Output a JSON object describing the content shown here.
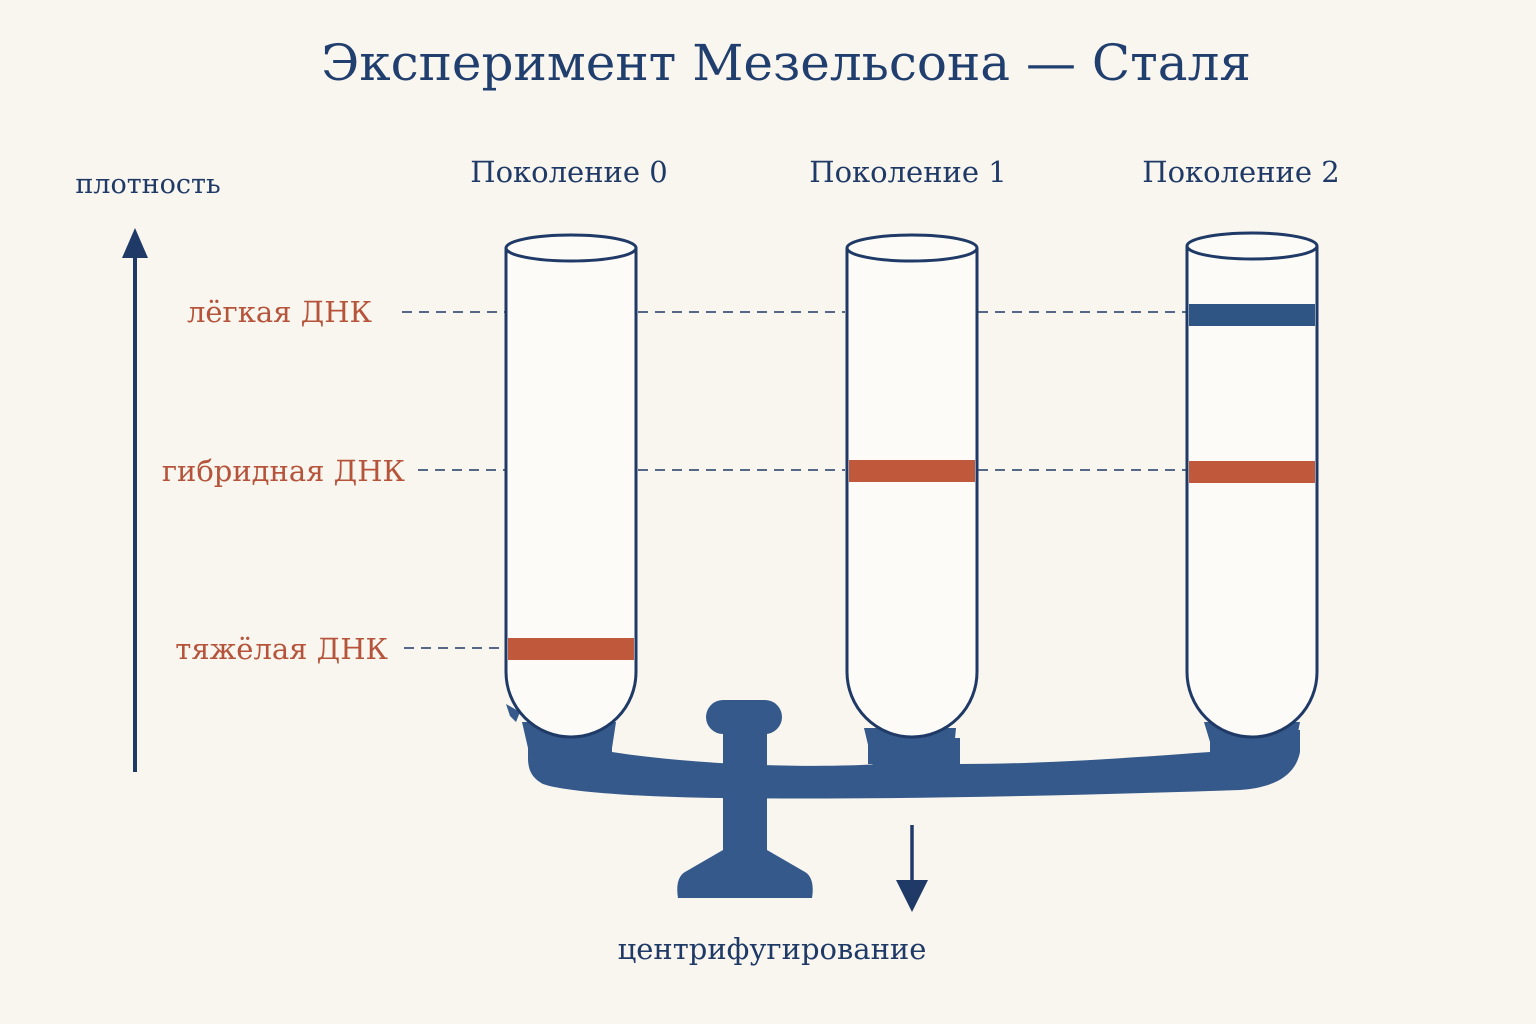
{
  "title": "Эксперимент Мезельсона — Сталя",
  "axis_label": "плотность",
  "generations": [
    "Поколение 0",
    "Поколение 1",
    "Поколение 2"
  ],
  "levels": {
    "light": "лёгкая ДНК",
    "hybrid": "гибридная ДНК",
    "heavy": "тяжёлая ДНК"
  },
  "centrifuge_label": "центрифугирование",
  "bands": {
    "generation_0": [
      {
        "level": "heavy",
        "color": "#c0583c"
      }
    ],
    "generation_1": [
      {
        "level": "hybrid",
        "color": "#c0583c"
      }
    ],
    "generation_2": [
      {
        "level": "light",
        "color": "#2f5585"
      },
      {
        "level": "hybrid",
        "color": "#c0583c"
      }
    ]
  },
  "colors": {
    "ink": "#1f3a66",
    "rotor": "#34598a",
    "dna_label": "#b5543a",
    "band_orange": "#c0583c",
    "band_blue": "#2f5585",
    "background": "#f9f5ef"
  }
}
